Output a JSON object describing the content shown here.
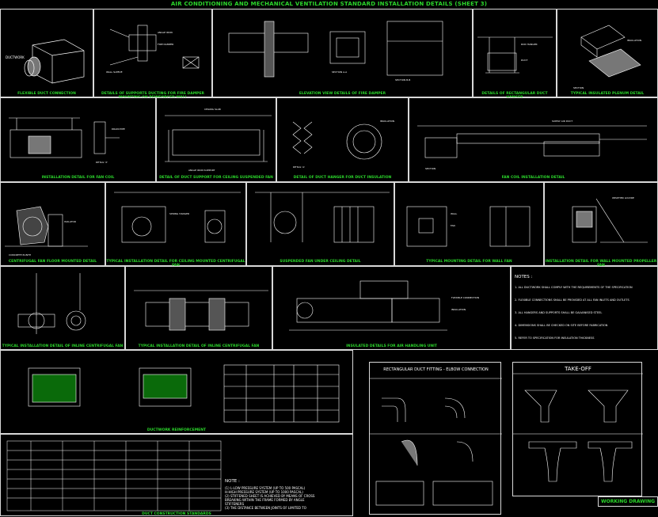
{
  "sheet": {
    "title": "AIR CONDITIONING AND MECHANICAL VENTILATION STANDARD INSTALLATION DETAILS (SHEET 3)",
    "working_drawing": "WORKING DRAWING"
  },
  "captions": {
    "r1_1": "FLEXIBLE DUCT CONNECTION",
    "r1_2": "DETAILS OF SUPPORTS DUCTING FOR FIRE DAMPER MOUNTING ON REINFORCED WALL",
    "r1_3": "ELEVATION VIEW DETAILS OF FIRE DAMPER",
    "r1_4": "DETAILS OF RECTANGULAR DUCT HANGER",
    "r1_5": "TYPICAL INSULATED PLENUM DETAIL",
    "r2_1": "INSTALLATION DETAIL FOR FAN COIL",
    "r2_2": "DETAIL OF DUCT SUPPORT FOR CEILING SUSPENDED FAN",
    "r2_3": "DETAIL OF DUCT HANGER FOR DUCT INSULATION",
    "r2_4": "FAN COIL INSTALLATION DETAIL",
    "r3_1": "CENTRIFUGAL FAN FLOOR MOUNTED DETAIL",
    "r3_2": "TYPICAL INSTALLATION DETAIL FOR CEILING MOUNTED CENTRIFUGAL FAN",
    "r3_3": "SUSPENDED FAN UNDER CEILING DETAIL",
    "r3_4": "TYPICAL MOUNTING DETAIL FOR WALL FAN",
    "r3_5": "INSTALLATION DETAIL FOR WALL MOUNTED PROPELLER FAN",
    "r4_1": "TYPICAL INSTALLATION DETAIL OF INLINE CENTRIFUGAL FAN",
    "r4_2": "TYPICAL INSTALLATION DETAIL OF INLINE CENTRIFUGAL FAN",
    "r4_3": "INSULATED DETAILS FOR AIR HANDLING UNIT",
    "r5_1": "DUCTWORK REINFORCEMENT",
    "r5_2": "DUCT CONSTRUCTION STANDARDS"
  },
  "notes": {
    "heading": "NOTES :",
    "lines": [
      "1. ALL DUCTWORK SHALL COMPLY WITH THE REQUIREMENTS OF THE SPECIFICATION",
      "2. FLEXIBLE CONNECTIONS SHALL BE PROVIDED AT ALL FAN INLETS AND OUTLETS",
      "3. ALL HANGERS AND SUPPORTS SHALL BE GALVANISED STEEL",
      "4. DIMENSIONS SHALL BE CHECKED ON SITE BEFORE FABRICATION",
      "5. REFER TO SPECIFICATION FOR INSULATION THICKNESS"
    ]
  },
  "note2": {
    "heading": "NOTE :",
    "lines": [
      "(1) L-LOW PRESSURE SYSTEM (UP TO 500 PASCAL)",
      "    H-HIGH PRESSURE SYSTEM (UP TO 1000 PASCAL)",
      "(2) STIFFENED SHEET IS ACHIEVED BY MEANS OF CROSS",
      "    BREAKING WITHIN THE FRAME FORMED BY ANGLE",
      "    STIFFENERS",
      "(3) THE DISTANCE BETWEEN JOINTS OF LIMITED TO"
    ]
  },
  "fitting": {
    "title": "RECTANGULAR DUCT FITTING - ELBOW CONNECTION"
  },
  "takeoff": {
    "title": "TAKE-OFF"
  }
}
